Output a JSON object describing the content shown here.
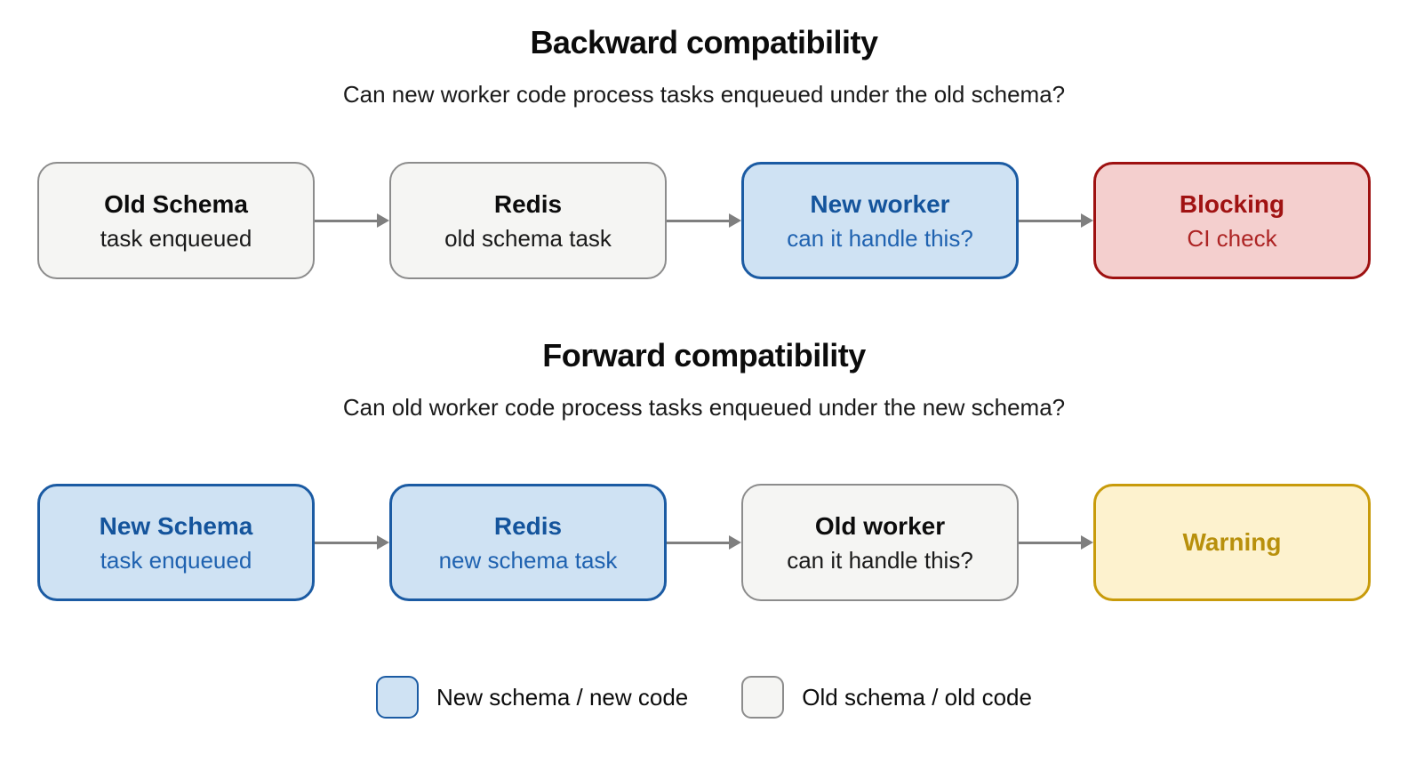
{
  "sections": [
    {
      "title": "Backward compatibility",
      "subtitle": "Can new worker code process tasks enqueued under the old schema?",
      "nodes": [
        {
          "title": "Old Schema",
          "subtitle": "task enqueued",
          "variant": "old-schema-old-code"
        },
        {
          "title": "Redis",
          "subtitle": "old schema task",
          "variant": "old-schema-old-code"
        },
        {
          "title": "New worker",
          "subtitle": "can it handle this?",
          "variant": "new-schema-new-code"
        },
        {
          "title": "Blocking",
          "subtitle": "CI check",
          "variant": "blocking-outcome"
        }
      ]
    },
    {
      "title": "Forward compatibility",
      "subtitle": "Can old worker code process tasks enqueued under the new schema?",
      "nodes": [
        {
          "title": "New Schema",
          "subtitle": "task enqueued",
          "variant": "new-schema-new-code"
        },
        {
          "title": "Redis",
          "subtitle": "new schema task",
          "variant": "new-schema-new-code"
        },
        {
          "title": "Old worker",
          "subtitle": "can it handle this?",
          "variant": "old-schema-old-code"
        },
        {
          "title": "Warning",
          "variant": "warning-outcome"
        }
      ]
    }
  ],
  "legend": {
    "items": [
      {
        "label": "New schema / new code",
        "variant": "new-schema-new-code"
      },
      {
        "label": "Old schema / old code",
        "variant": "old-schema-old-code"
      }
    ]
  },
  "colors": {
    "new_fill": "#cfe2f3",
    "new_border": "#1b5ba3",
    "new_text": "#14549c",
    "old_fill": "#f5f5f3",
    "old_border": "#8c8c8c",
    "old_text": "#0c0c0c",
    "blocking_fill": "#f4cfce",
    "blocking_border": "#9e1111",
    "blocking_text": "#a01212",
    "warning_fill": "#fdf2ce",
    "warning_border": "#c89b0b",
    "warning_text": "#b8900c",
    "arrow": "#7f7f7f",
    "background": "#ffffff"
  }
}
